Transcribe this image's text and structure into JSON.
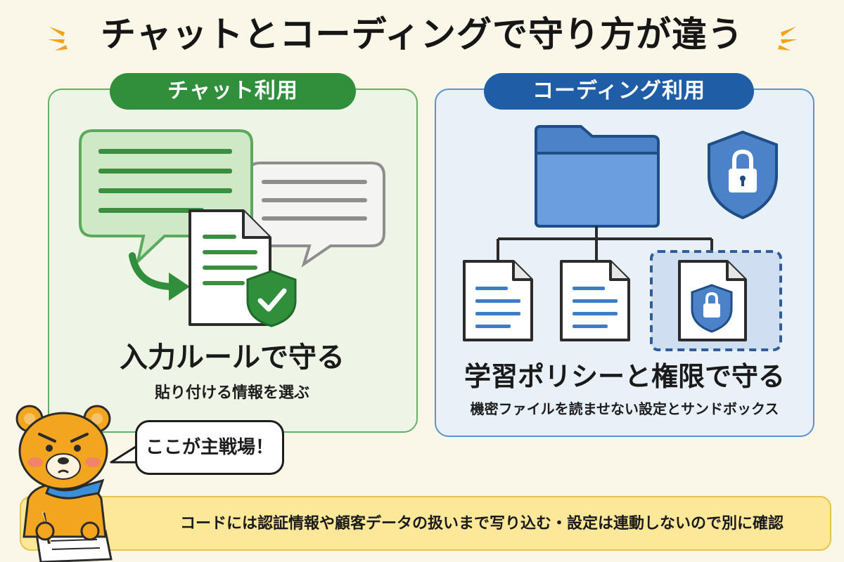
{
  "title": "チャットとコーディングで守り方が違う",
  "colors": {
    "background": "#fbf7e8",
    "chat_accent": "#2f8f3b",
    "code_accent": "#1f5ea6",
    "footer": "#fde89a",
    "bear": "#f2a51e"
  },
  "chat_panel": {
    "label": "チャット利用",
    "heading": "入力ルールで守る",
    "subtext": "貼り付ける情報を選ぶ",
    "icons": [
      "speech-bubble-icon",
      "document-icon",
      "shield-check-icon",
      "curved-arrow-icon"
    ]
  },
  "code_panel": {
    "label": "コーディング利用",
    "heading": "学習ポリシーと権限で守る",
    "subtext": "機密ファイルを読ませない設定とサンドボックス",
    "icons": [
      "folder-icon",
      "shield-lock-icon",
      "document-icon",
      "locked-document-icon"
    ]
  },
  "mascot": {
    "speech": "ここが主戦場！"
  },
  "footer": {
    "text": "コードには認証情報や顧客データの扱いまで写り込む・設定は連動しないので別に確認"
  }
}
